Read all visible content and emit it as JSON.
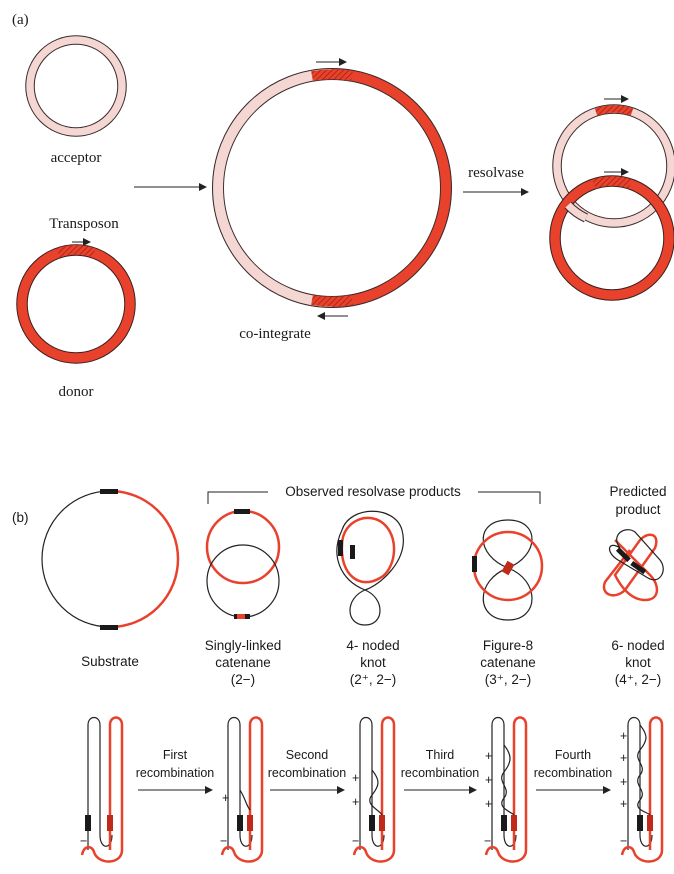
{
  "panel_a": {
    "label": "(a)",
    "acceptor": "acceptor",
    "transposon": "Transposon",
    "donor": "donor",
    "cointegrate": "co-integrate",
    "resolvase": "resolvase"
  },
  "panel_b": {
    "label": "(b)",
    "observed_header": "Observed resolvase products",
    "predicted_line1": "Predicted",
    "predicted_line2": "product",
    "substrate": "Substrate",
    "products": [
      {
        "line1": "Singly-linked",
        "line2": "catenane",
        "line3": "(2−)"
      },
      {
        "line1": "4- noded",
        "line2": "knot",
        "line3": "(2⁺, 2−)"
      },
      {
        "line1": "Figure-8",
        "line2": "catenane",
        "line3": "(3⁺, 2−)"
      },
      {
        "line1": "6- noded",
        "line2": "knot",
        "line3": "(4⁺, 2−)"
      }
    ],
    "steps": [
      {
        "line1": "First",
        "line2": "recombination"
      },
      {
        "line1": "Second",
        "line2": "recombination"
      },
      {
        "line1": "Third",
        "line2": "recombination"
      },
      {
        "line1": "Fourth",
        "line2": "recombination"
      }
    ],
    "plus": "+",
    "minus": "−"
  },
  "colors": {
    "dna_red": "#e8412c",
    "acceptor_pink": "#f4d6d3",
    "strand_black": "#222222",
    "site_black": "#1a1a1a"
  }
}
